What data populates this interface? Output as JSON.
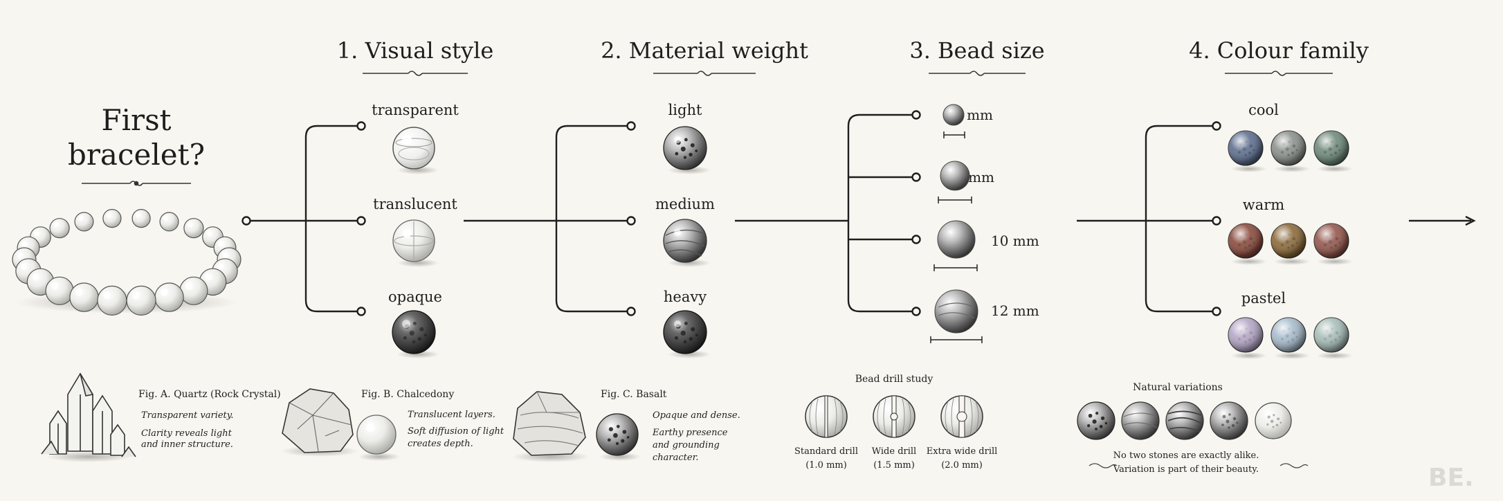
{
  "intro": {
    "title_lines": [
      "First",
      "bracelet?"
    ]
  },
  "steps": [
    {
      "heading": "1. Visual style",
      "options": [
        "transparent",
        "translucent",
        "opaque"
      ]
    },
    {
      "heading": "2. Material weight",
      "options": [
        "light",
        "medium",
        "heavy"
      ]
    },
    {
      "heading": "3. Bead size",
      "options": [
        "6 mm",
        "8 mm",
        "10 mm",
        "12 mm"
      ]
    },
    {
      "heading": "4. Colour family",
      "options": [
        "cool",
        "warm",
        "pastel"
      ]
    }
  ],
  "figures": [
    {
      "caption": "Fig. A. Quartz (Rock Crystal)",
      "notes": [
        "Transparent variety.",
        "Clarity reveals light",
        "and inner structure."
      ]
    },
    {
      "caption": "Fig. B. Chalcedony",
      "notes": [
        "Translucent layers.",
        "Soft diffusion of light",
        "creates depth."
      ]
    },
    {
      "caption": "Fig. C. Basalt",
      "notes": [
        "Opaque and dense.",
        "Earthy presence",
        "and grounding",
        "character."
      ]
    }
  ],
  "drill_study": {
    "title": "Bead drill study",
    "items": [
      {
        "label": "Standard drill",
        "size": "(1.0 mm)"
      },
      {
        "label": "Wide drill",
        "size": "(1.5 mm)"
      },
      {
        "label": "Extra wide drill",
        "size": "(2.0 mm)"
      }
    ]
  },
  "variations": {
    "title": "Natural variations",
    "notes": [
      "No two stones are exactly alike.",
      "Variation is part of their beauty."
    ]
  },
  "colors": {
    "background": "#f8f6f0",
    "ink": "#1e1e1e",
    "cool": [
      "#5d6e8e",
      "#8c918c",
      "#6f8a7b"
    ],
    "warm": [
      "#8a4a3c",
      "#8c6a3a",
      "#94574c"
    ],
    "pastel": [
      "#b4a6c6",
      "#a8bccc",
      "#a8beb8"
    ]
  },
  "watermark": "BE."
}
